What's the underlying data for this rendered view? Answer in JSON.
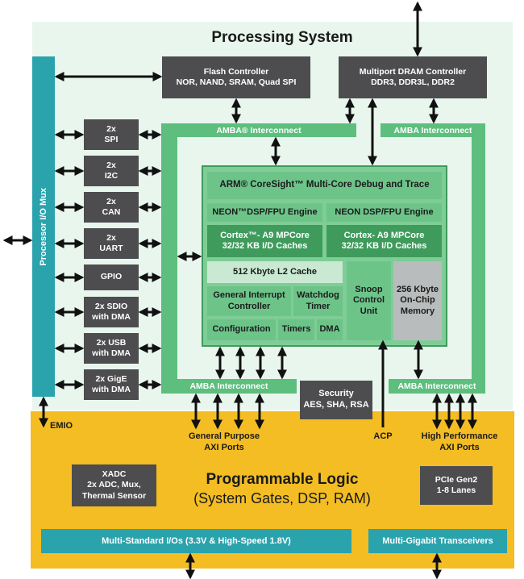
{
  "processing_system": {
    "title": "Processing System"
  },
  "programmable_logic": {
    "title": "Programmable Logic",
    "subtitle": "(System Gates, DSP, RAM)"
  },
  "io_mux": {
    "label": "Processor I/O Mux"
  },
  "flash_controller": {
    "title": "Flash Controller",
    "detail": "NOR, NAND, SRAM, Quad SPI"
  },
  "dram_controller": {
    "title": "Multiport DRAM Controller",
    "detail": "DDR3, DDR3L, DDR2"
  },
  "amba": {
    "label": "AMBA® Interconnect",
    "label_plain": "AMBA Interconnect"
  },
  "peripherals": [
    {
      "line1": "2x",
      "line2": "SPI"
    },
    {
      "line1": "2x",
      "line2": "I2C"
    },
    {
      "line1": "2x",
      "line2": "CAN"
    },
    {
      "line1": "2x",
      "line2": "UART"
    },
    {
      "line1": "GPIO",
      "line2": ""
    },
    {
      "line1": "2x SDIO",
      "line2": "with DMA"
    },
    {
      "line1": "2x USB",
      "line2": "with DMA"
    },
    {
      "line1": "2x GigE",
      "line2": "with DMA"
    }
  ],
  "apu": {
    "coresight": "ARM® CoreSight™ Multi-Core Debug and Trace",
    "neon_1": "NEON™DSP/FPU Engine",
    "neon_2": "NEON DSP/FPU Engine",
    "cortex_1": {
      "line1": "Cortex™- A9 MPCore",
      "line2": "32/32 KB I/D Caches"
    },
    "cortex_2": {
      "line1": "Cortex- A9 MPCore",
      "line2": "32/32 KB I/D Caches"
    },
    "l2_cache": "512 Kbyte L2 Cache",
    "gic": {
      "line1": "General Interrupt",
      "line2": "Controller"
    },
    "watchdog": {
      "line1": "Watchdog",
      "line2": "Timer"
    },
    "configuration": "Configuration",
    "timers": "Timers",
    "dma": "DMA",
    "snoop": {
      "line1": "Snoop",
      "line2": "Control",
      "line3": "Unit"
    },
    "ocm": {
      "line1": "256 Kbyte",
      "line2": "On-Chip",
      "line3": "Memory"
    }
  },
  "security": {
    "title": "Security",
    "detail": "AES, SHA, RSA"
  },
  "ports": {
    "emio": "EMIO",
    "gp_axi": {
      "line1": "General Purpose",
      "line2": "AXI Ports"
    },
    "acp": "ACP",
    "hp_axi": {
      "line1": "High Performance",
      "line2": "AXI Ports"
    }
  },
  "xadc": {
    "line1": "XADC",
    "line2": "2x ADC, Mux,",
    "line3": "Thermal Sensor"
  },
  "pcie": {
    "line1": "PCIe Gen2",
    "line2": "1-8 Lanes"
  },
  "io_bars": {
    "multi_standard": "Multi-Standard I/Os (3.3V & High-Speed 1.8V)",
    "transceivers": "Multi-Gigabit Transceivers"
  },
  "colors": {
    "ps_bg": "#e8f6ee",
    "pl_bg": "#f3bd23",
    "dark_box": "#4d4d4f",
    "teal": "#2aa3ad",
    "green": "#5dbe7e"
  }
}
